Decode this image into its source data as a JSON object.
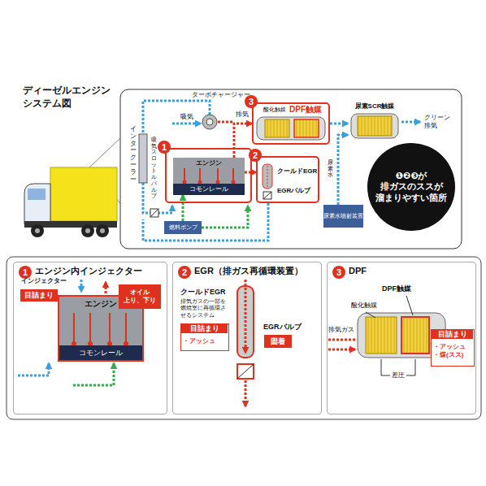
{
  "diagram": {
    "title": "ディーゼルエンジン システム図",
    "nodes": [
      {
        "text": [
          "1"
        ]
      },
      {
        "text": [
          "エンジン"
        ],
        "in": 0
      },
      {
        "text": [
          "コモンレール"
        ],
        "in": 1
      },
      {
        "text": [
          "2",
          "クールドEGR",
          "EGRバルブ"
        ]
      },
      {
        "text": [
          "3",
          "酸化触媒",
          "DPF触媒"
        ]
      },
      {
        "text": [
          "尿素SCR触媒"
        ]
      },
      {
        "text": [
          "燃料ポンプ"
        ]
      },
      {
        "text": [
          "尿素水噴射装置"
        ]
      },
      {
        "text": [
          "❶❷❸が 排ガスのススが 溜まりやすい箇所"
        ]
      },
      {
        "text": [
          "1",
          "エンジン内インジェクター"
        ]
      },
      {
        "text": [
          "エンジン"
        ],
        "in": 9
      },
      {
        "text": [
          "コモンレール"
        ],
        "in": 10
      },
      {
        "text": [
          "目詰まり"
        ],
        "in": 9
      },
      {
        "text": [
          "オイル 上り、下り"
        ],
        "in": 9
      },
      {
        "text": [
          "2",
          "EGR（排ガス再循環装置）"
        ]
      },
      {
        "text": [
          "目詰まり",
          "・アッシュ"
        ],
        "in": 14
      },
      {
        "text": [
          "固着"
        ],
        "in": 14
      },
      {
        "text": [
          "3",
          "DPF"
        ]
      },
      {
        "text": [
          "目詰まり",
          "・アッシュ ・煤(スス)"
        ],
        "in": 17
      }
    ],
    "edges": [
      {
        "from": 6,
        "to": 1,
        "arrow": "to"
      },
      {
        "from": 1,
        "to": 4,
        "arrow": "to"
      },
      {
        "from": 4,
        "to": 5,
        "arrow": "to"
      },
      {
        "from": 7,
        "to": 5,
        "arrow": "to"
      },
      {
        "from": 1,
        "to": 3,
        "arrow": "to"
      }
    ],
    "labels": [
      "ターボチャージャー",
      "吸気",
      "排気",
      "インタークーラー",
      "吸気スロットルバルブ",
      "クリーン 排気",
      "尿素水",
      "インジェクター",
      "クールドEGR",
      "排気ガスの一部を燃焼室に再循環させるシステム",
      "EGRバルブ",
      "DPF触媒",
      "酸化触媒",
      "排気ガス",
      "差圧"
    ]
  }
}
